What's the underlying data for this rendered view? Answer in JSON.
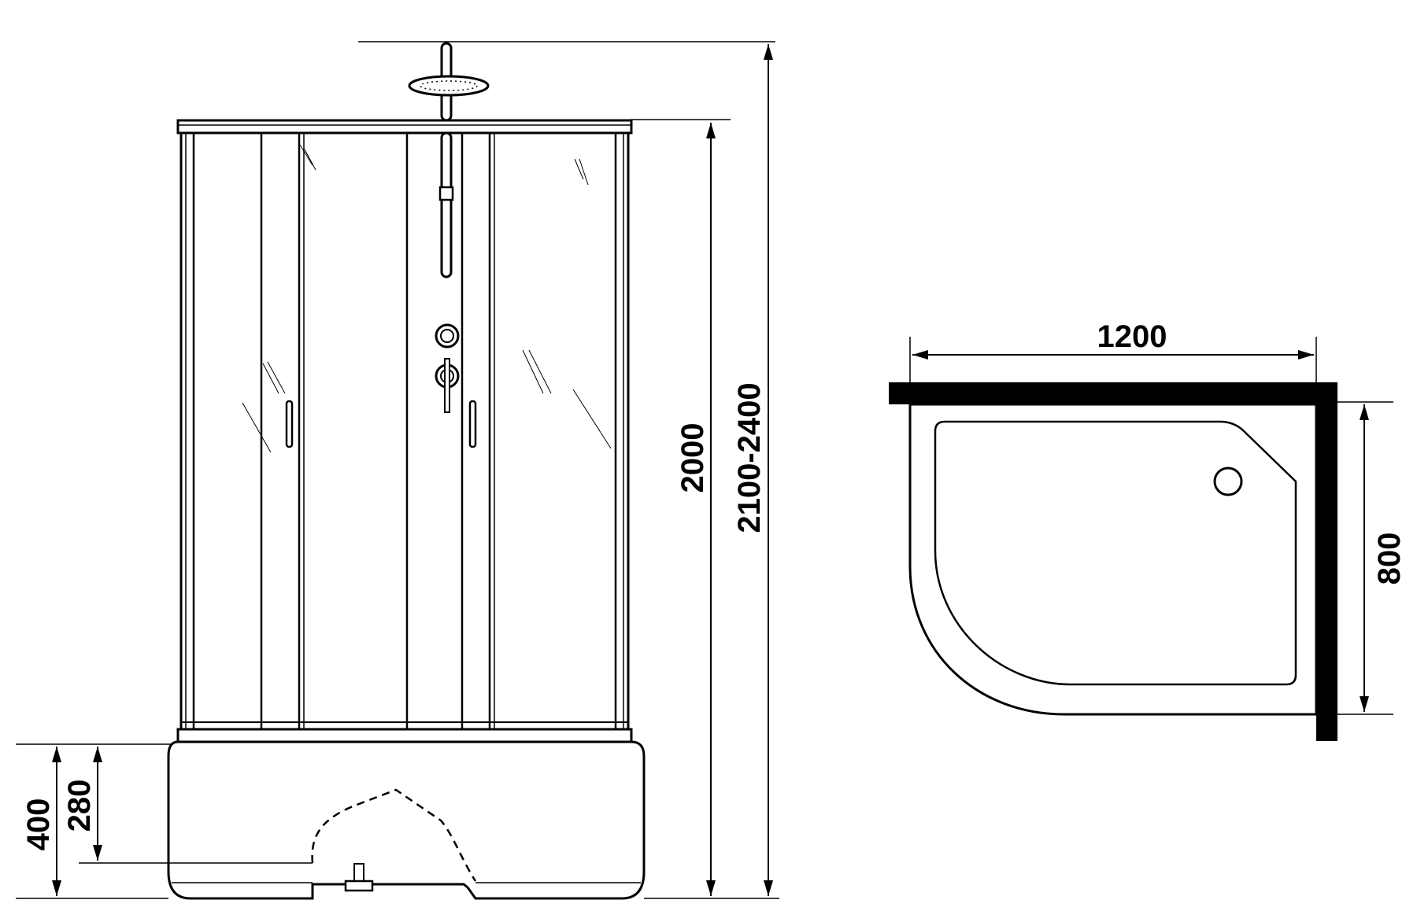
{
  "colors": {
    "ink": "#000000",
    "background": "#ffffff"
  },
  "dimensions": {
    "total_height": "2100-2400",
    "cabin_height": "2000",
    "tray_height": "400",
    "tray_floor_height": "280",
    "plan_width": "1200",
    "plan_depth": "800"
  }
}
